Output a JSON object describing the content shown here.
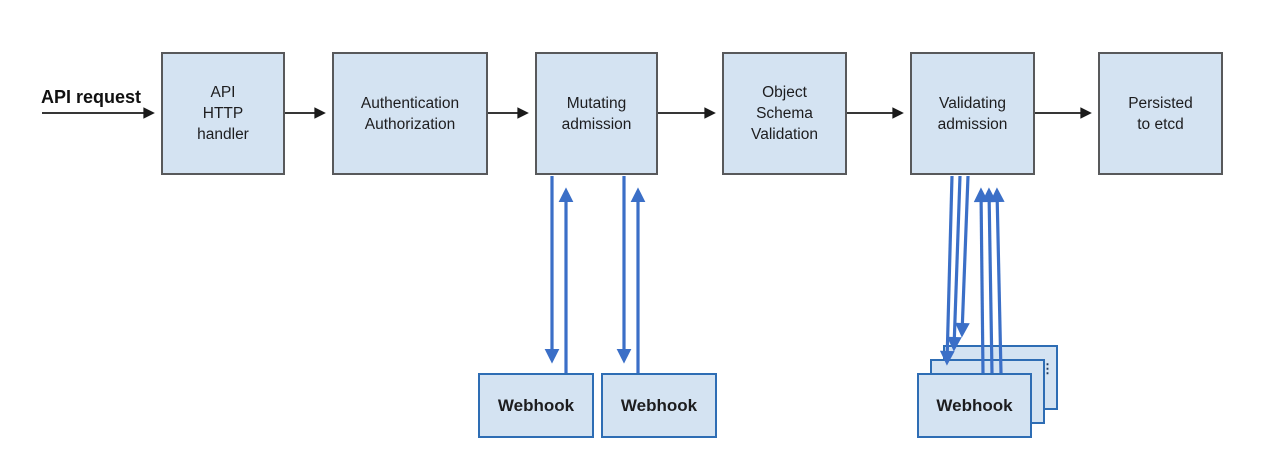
{
  "request_label": "API request",
  "pipeline": [
    {
      "label": "API\nHTTP\nhandler"
    },
    {
      "label": "Authentication\nAuthorization"
    },
    {
      "label": "Mutating\nadmission"
    },
    {
      "label": "Object\nSchema\nValidation"
    },
    {
      "label": "Validating\nadmission"
    },
    {
      "label": "Persisted\nto etcd"
    }
  ],
  "webhooks": {
    "mutating": [
      {
        "label": "Webhook"
      },
      {
        "label": "Webhook"
      }
    ],
    "validating": {
      "label": "Webhook"
    },
    "more_indicator": "⋮"
  },
  "colors": {
    "box_fill": "#d4e3f2",
    "flow_box_border": "#58595b",
    "webhook_border": "#2e6db4",
    "black_arrow": "#1a1a1a",
    "blue_arrow": "#3b6fc7",
    "text": "#1d1d1f"
  }
}
